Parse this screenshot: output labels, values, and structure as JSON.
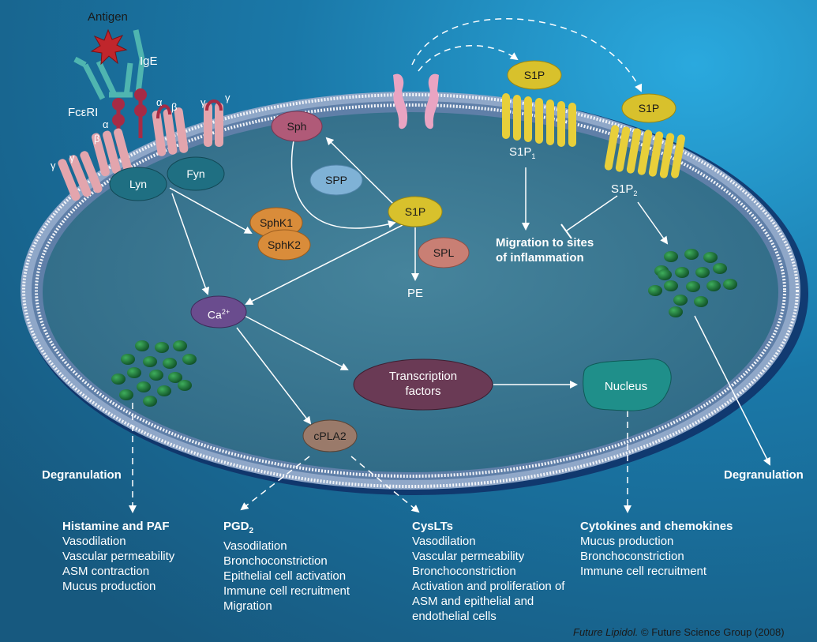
{
  "labels": {
    "antigen": "Antigen",
    "ige": "IgE",
    "fceri": "FcεRI",
    "alpha": "α",
    "beta": "β",
    "gamma": "γ",
    "lyn": "Lyn",
    "fyn": "Fyn",
    "sph": "Sph",
    "spp": "SPP",
    "sphk1": "SphK1",
    "sphk2": "SphK2",
    "s1p": "S1P",
    "spl": "SPL",
    "pe": "PE",
    "ca_base": "Ca",
    "ca_sup": "2+",
    "cpla2": "cPLA2",
    "transcription_line1": "Transcription",
    "transcription_line2": "factors",
    "nucleus": "Nucleus",
    "s1p1_base": "S1P",
    "s1p1_sub": "1",
    "s1p2_base": "S1P",
    "s1p2_sub": "2",
    "migration_line1": "Migration to sites",
    "migration_line2": "of inflammation",
    "degranulation_left": "Degranulation",
    "degranulation_right": "Degranulation"
  },
  "outcomes": [
    {
      "title": "Histamine and PAF",
      "items": [
        "Vasodilation",
        "Vascular permeability",
        "ASM contraction",
        "Mucus production"
      ]
    },
    {
      "title_base": "PGD",
      "title_sub": "2",
      "items": [
        "Vasodilation",
        "Bronchoconstriction",
        "Epithelial cell activation",
        "Immune cell recruitment",
        "Migration"
      ]
    },
    {
      "title": "CysLTs",
      "items": [
        "Vasodilation",
        "Vascular permeability",
        "Bronchoconstriction",
        "Activation and proliferation of",
        "ASM and epithelial and",
        "endothelial cells"
      ]
    },
    {
      "title": "Cytokines and chemokines",
      "items": [
        "Mucus production",
        "Bronchoconstriction",
        "Immune cell recruitment"
      ]
    }
  ],
  "credit": {
    "journal": "Future Lipidol.",
    "rest": " © Future Science Group (2008)"
  },
  "colors": {
    "background": "#1c6a93",
    "cell": "#3f7a95",
    "membrane": "#c9d6e6",
    "lyn_fyn": "#1f6f82",
    "sph": "#b05a78",
    "spp": "#7fb2d6",
    "sphk": "#d98c3a",
    "s1p": "#d8c12c",
    "spl": "#c97f74",
    "ca": "#6a4c8e",
    "cpla2": "#9a7a6a",
    "transcription": "#6a3a55",
    "nucleus": "#1f8f8a",
    "granule": "#1e6e3a",
    "receptor_pink": "#e3a5ad"
  }
}
